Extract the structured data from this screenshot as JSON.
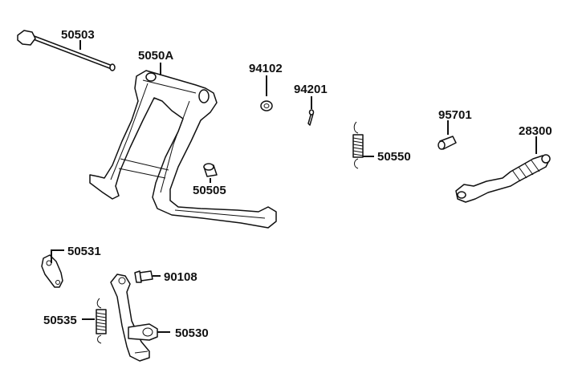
{
  "labels": {
    "p50503": "50503",
    "p5050A": "5050A",
    "p94102": "94102",
    "p94201": "94201",
    "p95701": "95701",
    "p28300": "28300",
    "p50550": "50550",
    "p50505": "50505",
    "p50531": "50531",
    "p90108": "90108",
    "p50535": "50535",
    "p50530": "50530"
  }
}
